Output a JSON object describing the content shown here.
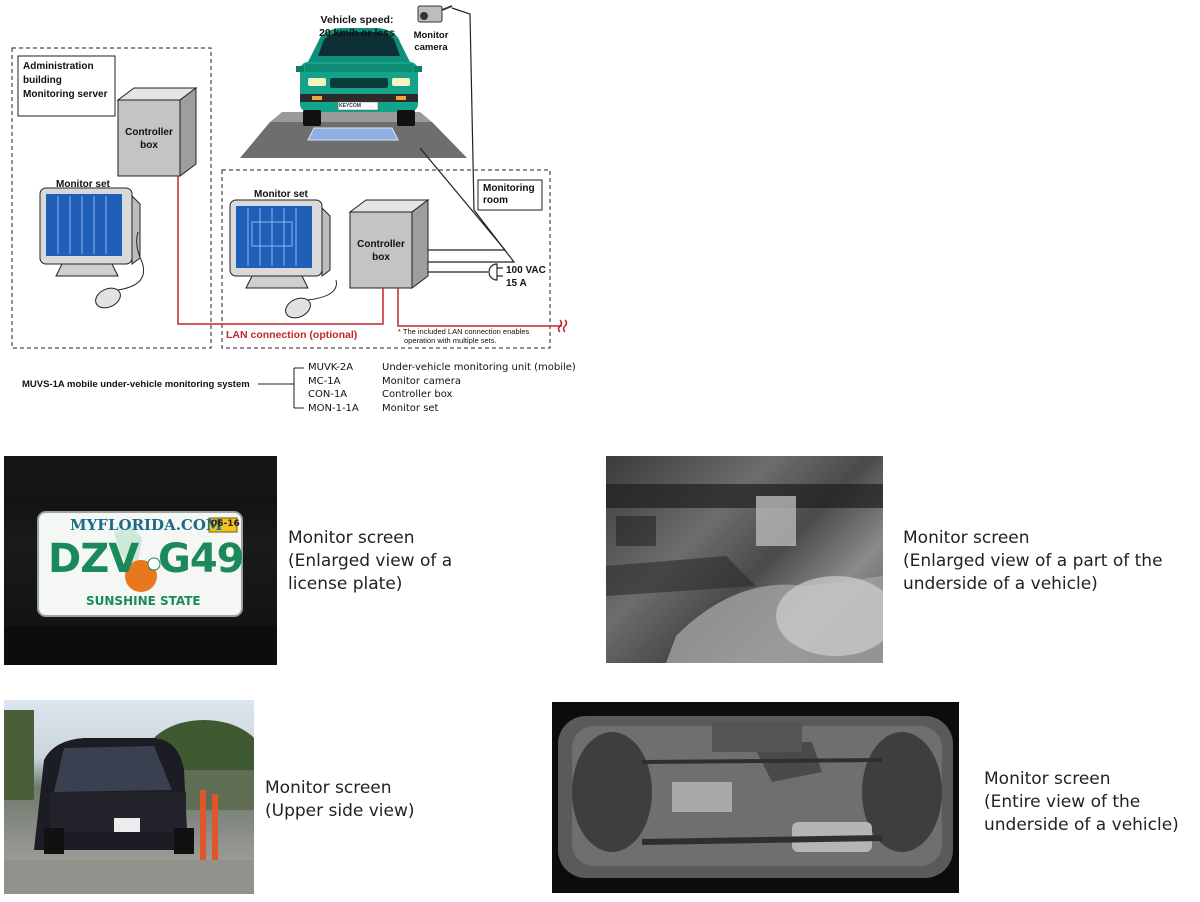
{
  "diagram": {
    "vehicle_speed": [
      "Vehicle speed:",
      "20 km/h or less"
    ],
    "monitor_camera": [
      "Monitor",
      "camera"
    ],
    "admin_box": [
      "Administration",
      "building",
      "Monitoring server"
    ],
    "controller_box_left": [
      "Controller",
      "box"
    ],
    "controller_box_right": [
      "Controller",
      "box"
    ],
    "monitor_set_left": "Monitor set",
    "monitor_set_right": "Monitor set",
    "monitoring_room": [
      "Monitoring",
      "room"
    ],
    "power": [
      "100 VAC",
      "15 A"
    ],
    "lan_connection": "LAN connection (optional)",
    "lan_note": [
      "* The included LAN connection enables",
      "operation with multiple sets."
    ],
    "car_plate": "KEYCOM",
    "system_name": "MUVS-1A mobile under-vehicle monitoring system",
    "components": [
      {
        "code": "MUVK-2A",
        "desc": "Under-vehicle monitoring unit (mobile)"
      },
      {
        "code": "MC-1A",
        "desc": "Monitor camera"
      },
      {
        "code": "CON-1A",
        "desc": "Controller box"
      },
      {
        "code": "MON-1-1A",
        "desc": "Monitor set"
      }
    ]
  },
  "plate": {
    "top": "MYFLORIDA.COM",
    "sticker": "06-16",
    "left": "DZV",
    "right": "G49",
    "bottom": "SUNSHINE STATE"
  },
  "captions": {
    "license_plate": [
      "Monitor screen",
      "(Enlarged view of a",
      "license plate)"
    ],
    "underside_part": [
      "Monitor screen",
      "(Enlarged view of a part of the",
      "underside of a vehicle)"
    ],
    "upper_side": [
      "Monitor screen",
      "(Upper side view)"
    ],
    "underside_entire": [
      "Monitor screen",
      "(Entire view of the",
      "underside of a vehicle)"
    ]
  },
  "colors": {
    "lan_red": "#c0282d",
    "screen_blue": "#1f5fb8",
    "car_teal": "#13a38a",
    "plate_green": "#1b8a5a",
    "plate_orange": "#e8781e"
  }
}
